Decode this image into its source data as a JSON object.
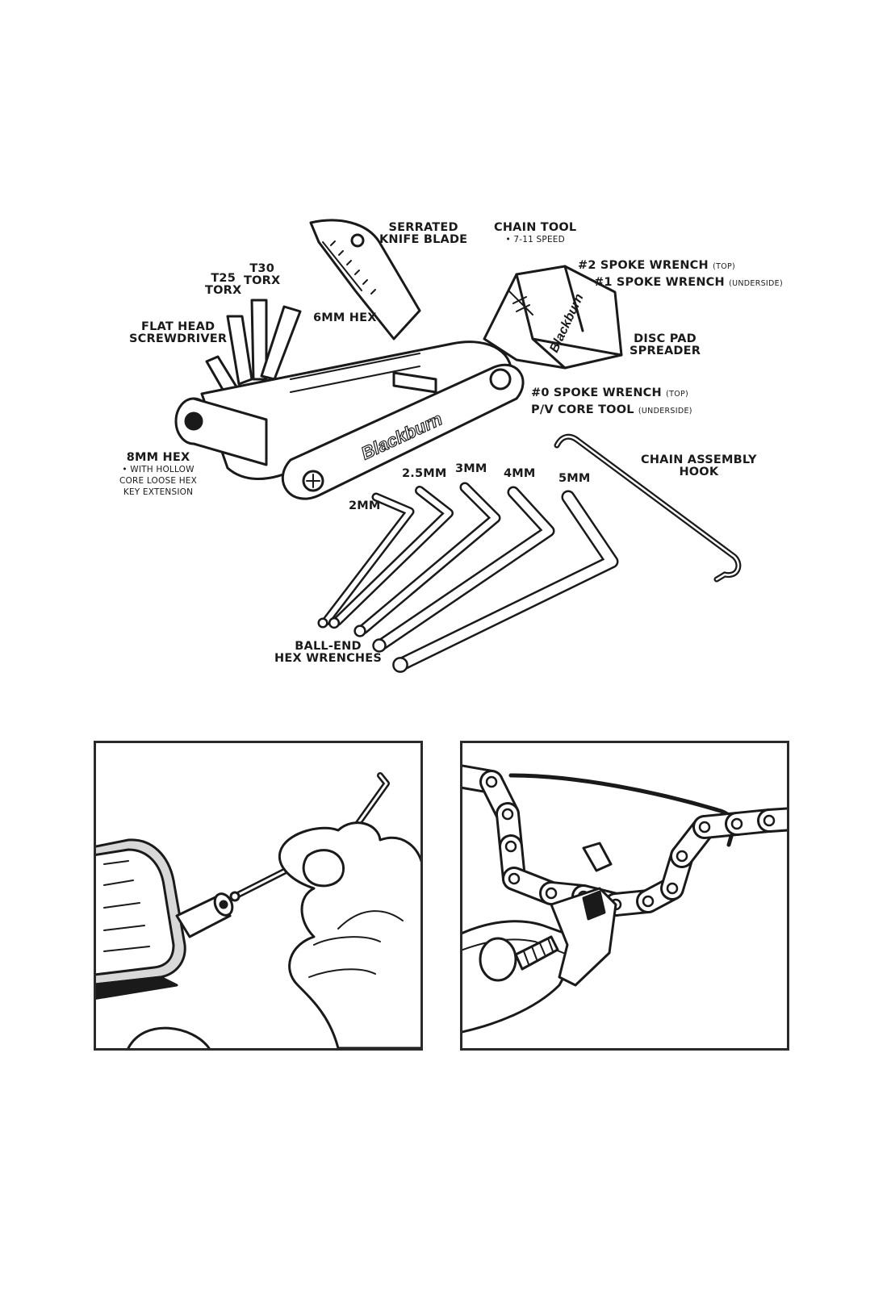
{
  "labels": {
    "serrated": [
      "SERRATED",
      "KNIFE BLADE"
    ],
    "chain_tool": "CHAIN TOOL",
    "chain_tool_sub": "• 7-11 SPEED",
    "spoke2": "#2 SPOKE WRENCH",
    "spoke2_note": "(TOP)",
    "spoke1": "#1 SPOKE WRENCH",
    "spoke1_note": "(UNDERSIDE)",
    "t25": [
      "T25",
      "TORX"
    ],
    "t30": [
      "T30",
      "TORX"
    ],
    "flat_head": [
      "FLAT HEAD",
      "SCREWDRIVER"
    ],
    "hex6": "6MM HEX",
    "disc_pad": [
      "DISC PAD",
      "SPREADER"
    ],
    "spoke0": "#0 SPOKE WRENCH",
    "spoke0_note": "(TOP)",
    "pv": "P/V CORE TOOL",
    "pv_note": "(UNDERSIDE)",
    "hex8": "8MM HEX",
    "hex8_sub": [
      "• WITH HOLLOW",
      "CORE LOOSE HEX",
      "KEY EXTENSION"
    ],
    "chain_hook": [
      "CHAIN ASSEMBLY",
      "HOOK"
    ],
    "mm2": "2MM",
    "mm25": "2.5MM",
    "mm3": "3MM",
    "mm4": "4MM",
    "mm5": "5MM",
    "ball_end": [
      "BALL-END",
      "HEX WRENCHES"
    ],
    "brand": "Blackburn"
  }
}
